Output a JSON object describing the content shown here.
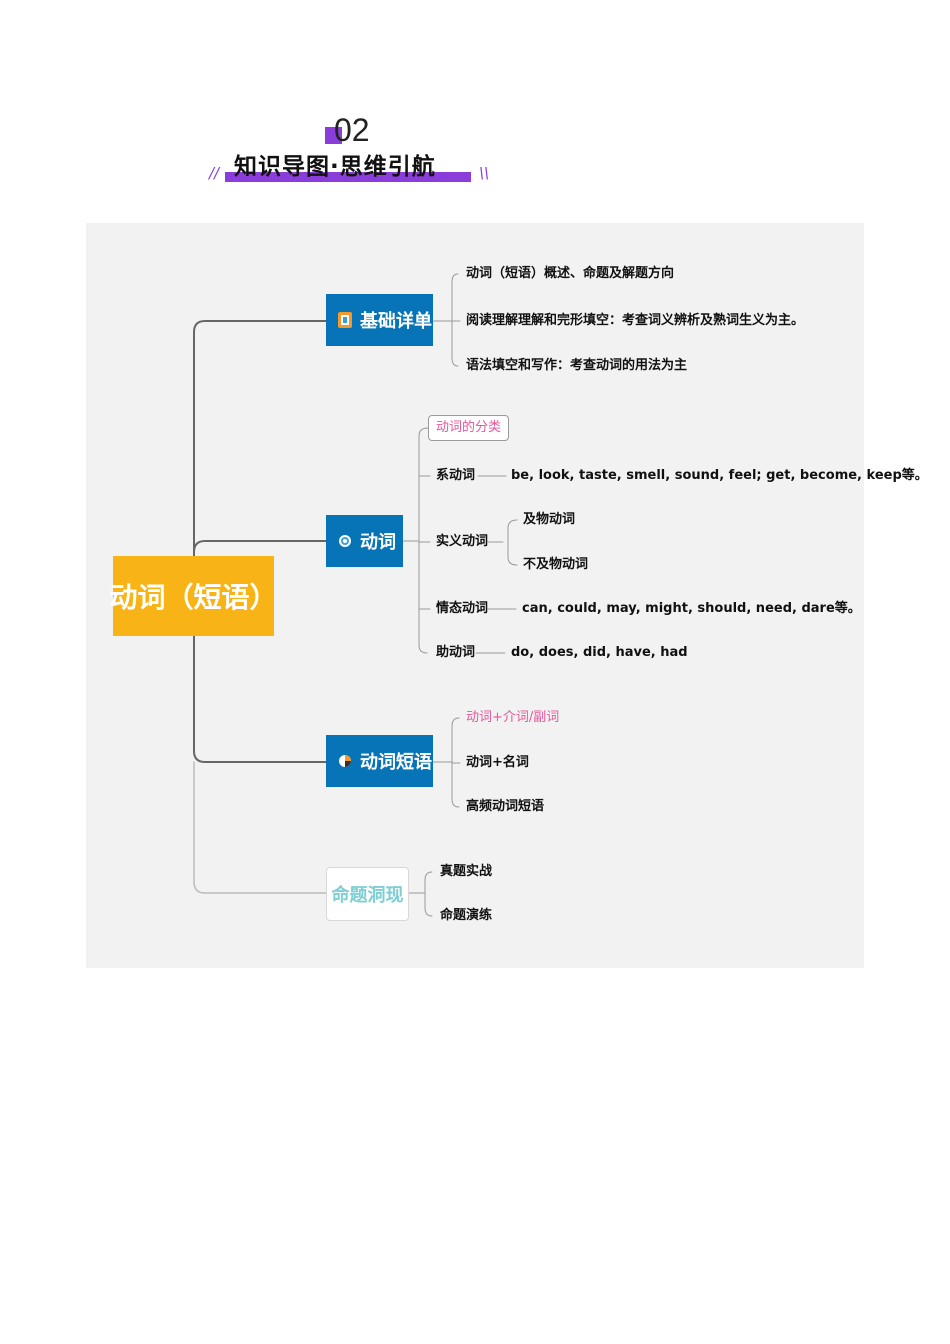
{
  "header": {
    "section_number": "02",
    "title": "知识导图·思维引航",
    "left_mark": "//",
    "right_mark": "\\\\",
    "accent_color": "#8a3ddb"
  },
  "mindmap": {
    "root": {
      "label": "动词（短语）",
      "color": "#f8b417"
    },
    "branches": [
      {
        "label": "基础详单",
        "icon": "book-icon",
        "color": "#0874b8",
        "children": [
          "动词（短语）概述、命题及解题方向",
          "阅读理解理解和完形填空：考查词义辨析及熟词生义为主。",
          "语法填空和写作：考查动词的用法为主"
        ]
      },
      {
        "label": "动词",
        "icon": "target-icon",
        "color": "#0874b8",
        "classification_tag": "动词的分类",
        "children": [
          {
            "label": "系动词",
            "detail": "be, look, taste, smell, sound, feel; get, become, keep等。"
          },
          {
            "label": "实义动词",
            "sub": [
              "及物动词",
              "不及物动词"
            ]
          },
          {
            "label": "情态动词",
            "detail": "can, could, may, might, should, need, dare等。"
          },
          {
            "label": "助动词",
            "detail": "do, does, did, have, had"
          }
        ]
      },
      {
        "label": "动词短语",
        "icon": "pie-chart-icon",
        "color": "#0874b8",
        "children": [
          "动词+介词/副词",
          "动词+名词",
          "高频动词短语"
        ]
      },
      {
        "label": "命题洞现",
        "color": "#7ecfd4",
        "children": [
          "真题实战",
          "命题演练"
        ]
      }
    ]
  }
}
